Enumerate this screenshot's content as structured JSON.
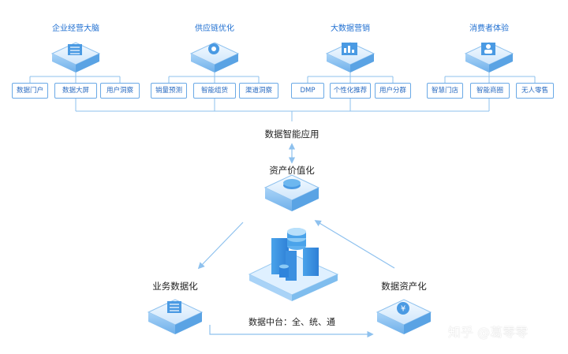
{
  "groups": [
    {
      "title": "企业经营大脑",
      "icon": "server-icon",
      "items": [
        "数据门户",
        "数据大屏",
        "用户洞察"
      ]
    },
    {
      "title": "供应链优化",
      "icon": "supply-chain-icon",
      "items": [
        "销量预测",
        "智能组货",
        "渠道洞察"
      ]
    },
    {
      "title": "大数据营销",
      "icon": "marketing-icon",
      "items": [
        "DMP",
        "个性化推荐",
        "用户分群"
      ]
    },
    {
      "title": "消费者体验",
      "icon": "consumer-icon",
      "items": [
        "智慧门店",
        "智能商圈",
        "无人零售"
      ]
    }
  ],
  "center": {
    "app_label": "数据智能应用",
    "asset_value_label": "资产价值化",
    "business_data_label": "业务数据化",
    "data_asset_label": "数据资产化",
    "platform_label": "数据中台：全、统、通"
  },
  "watermark": "知乎 @葛零零",
  "colors": {
    "accent": "#1f6fd1",
    "line": "#8ec1ee",
    "box_border": "#6aa9e6",
    "box_face": "#eaf5ff"
  }
}
